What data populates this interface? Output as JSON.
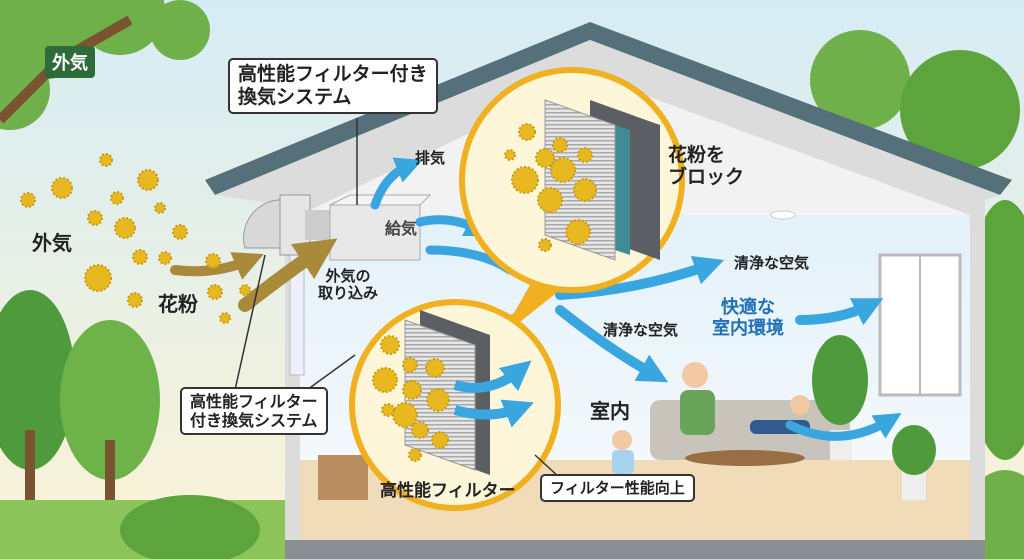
{
  "labels": {
    "outside_badge": "外気",
    "system_callout_top": [
      "高性能フィルター付き",
      "換気システム"
    ],
    "exhaust": "排気",
    "supply": "給気",
    "outside_air": "外気",
    "pollen": "花粉",
    "intake": [
      "外気の",
      "取り込み"
    ],
    "block_pollen": [
      "花粉を",
      "ブロック"
    ],
    "clean_air_1": "清浄な空気",
    "clean_air_2": "清浄な空気",
    "comfortable": [
      "快適な",
      "室内環境"
    ],
    "indoor": "室内",
    "system_callout_bottom": [
      "高性能フィルター",
      "付き換気システム"
    ],
    "high_perf_filter": "高性能フィルター",
    "filter_improved": "フィルター性能向上"
  },
  "colors": {
    "pollen": "#e8b820",
    "airflow": "#3aa6e0",
    "intake_arrow": "#a88a3a",
    "circle_border": "#f0b020",
    "badge": "#2e6b3a",
    "accent_text": "#1f6fb8"
  }
}
